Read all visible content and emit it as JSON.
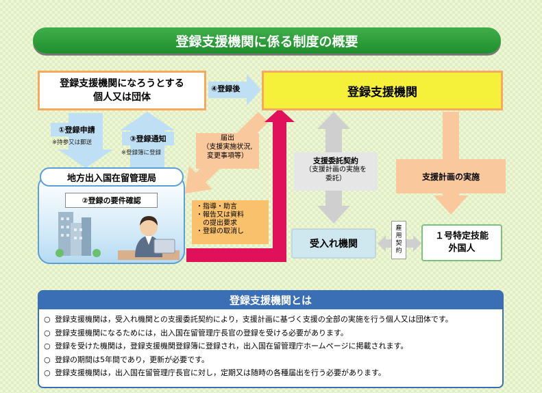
{
  "title": "登録支援機関に係る制度の概要",
  "applicant": {
    "line1": "登録支援機関になろうとする",
    "line2": "個人又は団体"
  },
  "organization": "登録支援機関",
  "step4": "④登録後",
  "step1": {
    "label": "①登録申請",
    "note": "※持参又は郵送"
  },
  "step3": {
    "label": "③登録通知",
    "note": "※登録簿に登録"
  },
  "bureau": {
    "title": "地方出入国在留管理局",
    "step2": "②登録の要件確認"
  },
  "notification": {
    "line1": "届出",
    "line2": "（支援実施状況,",
    "line3": "変更事項等）"
  },
  "guidance": [
    "・指導・助言",
    "・報告又は資料",
    "　の提出要求",
    "・登録の取消し"
  ],
  "contract": {
    "line1": "支援委託契約",
    "line2": "（支援計画の実施を",
    "line3": "委託）"
  },
  "implementation": "支援計画の実施",
  "accepting": "受入れ機関",
  "employment": [
    "雇",
    "用",
    "契",
    "約"
  ],
  "foreigner": {
    "line1": "１号特定技能",
    "line2": "外国人"
  },
  "what_is": {
    "title": "登録支援機関とは",
    "bullet": "○",
    "items": [
      "登録支援機関は，受入れ機関との支援委託契約により，支援計画に基づく支援の全部の実施を行う個人又は団体です。",
      "登録支援機関になるためには，出入国在留管理庁長官の登録を受ける必要があります。",
      "登録を受けた機関は，登録支援機関登録簿に登録され，出入国在留管理庁ホームページに掲載されます。",
      "登録の期間は5年間であり，更新が必要です。",
      "登録支援機関は，出入国在留管理庁長官に対し，定期又は随時の各種届出を行う必要があります。"
    ]
  },
  "colors": {
    "green": "#2b9a3a",
    "yellow": "#f5f03a",
    "orange_border": "#f4a95e",
    "peach": "#f9c89c",
    "blue": "#3a6eb5",
    "magenta": "#e0105a",
    "light_blue": "#bfe0f4"
  }
}
